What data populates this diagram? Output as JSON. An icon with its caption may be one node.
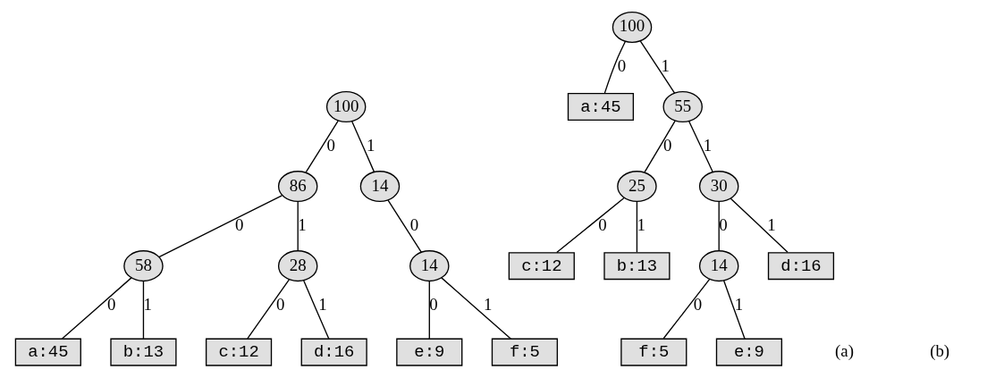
{
  "diagram": {
    "nodes": [
      {
        "text": [
          "100"
        ]
      },
      {
        "text": [
          "86"
        ]
      },
      {
        "text": [
          "14"
        ]
      },
      {
        "text": [
          "58"
        ]
      },
      {
        "text": [
          "28"
        ]
      },
      {
        "text": [
          "14"
        ]
      },
      {
        "text": [
          "a:45"
        ]
      },
      {
        "text": [
          "b:13"
        ]
      },
      {
        "text": [
          "c:12"
        ]
      },
      {
        "text": [
          "d:16"
        ]
      },
      {
        "text": [
          "e:9"
        ]
      },
      {
        "text": [
          "f:5"
        ]
      },
      {
        "text": [
          "100"
        ]
      },
      {
        "text": [
          "a:45"
        ]
      },
      {
        "text": [
          "55"
        ]
      },
      {
        "text": [
          "25"
        ]
      },
      {
        "text": [
          "30"
        ]
      },
      {
        "text": [
          "c:12"
        ]
      },
      {
        "text": [
          "b:13"
        ]
      },
      {
        "text": [
          "14"
        ]
      },
      {
        "text": [
          "d:16"
        ]
      },
      {
        "text": [
          "f:5"
        ]
      },
      {
        "text": [
          "e:9"
        ]
      }
    ],
    "edges": [
      {
        "from": 0,
        "to": 1,
        "arrow": "none",
        "label": "0"
      },
      {
        "from": 0,
        "to": 2,
        "arrow": "none",
        "label": "1"
      },
      {
        "from": 1,
        "to": 3,
        "arrow": "none",
        "label": "0"
      },
      {
        "from": 1,
        "to": 4,
        "arrow": "none",
        "label": "1"
      },
      {
        "from": 2,
        "to": 5,
        "arrow": "none",
        "label": "0"
      },
      {
        "from": 3,
        "to": 6,
        "arrow": "none",
        "label": "0"
      },
      {
        "from": 3,
        "to": 7,
        "arrow": "none",
        "label": "1"
      },
      {
        "from": 4,
        "to": 8,
        "arrow": "none",
        "label": "0"
      },
      {
        "from": 4,
        "to": 9,
        "arrow": "none",
        "label": "1"
      },
      {
        "from": 5,
        "to": 10,
        "arrow": "none",
        "label": "0"
      },
      {
        "from": 5,
        "to": 11,
        "arrow": "none",
        "label": "1"
      },
      {
        "from": 12,
        "to": 13,
        "arrow": "none",
        "label": "0"
      },
      {
        "from": 12,
        "to": 14,
        "arrow": "none",
        "label": "1"
      },
      {
        "from": 14,
        "to": 15,
        "arrow": "none",
        "label": "0"
      },
      {
        "from": 14,
        "to": 16,
        "arrow": "none",
        "label": "1"
      },
      {
        "from": 15,
        "to": 17,
        "arrow": "none",
        "label": "0"
      },
      {
        "from": 15,
        "to": 18,
        "arrow": "none",
        "label": "1"
      },
      {
        "from": 16,
        "to": 19,
        "arrow": "none",
        "label": "0"
      },
      {
        "from": 16,
        "to": 20,
        "arrow": "none",
        "label": "1"
      },
      {
        "from": 19,
        "to": 21,
        "arrow": "none",
        "label": "0"
      },
      {
        "from": 19,
        "to": 22,
        "arrow": "none",
        "label": "1"
      }
    ],
    "labels": [
      "(a)",
      "(b)"
    ]
  }
}
